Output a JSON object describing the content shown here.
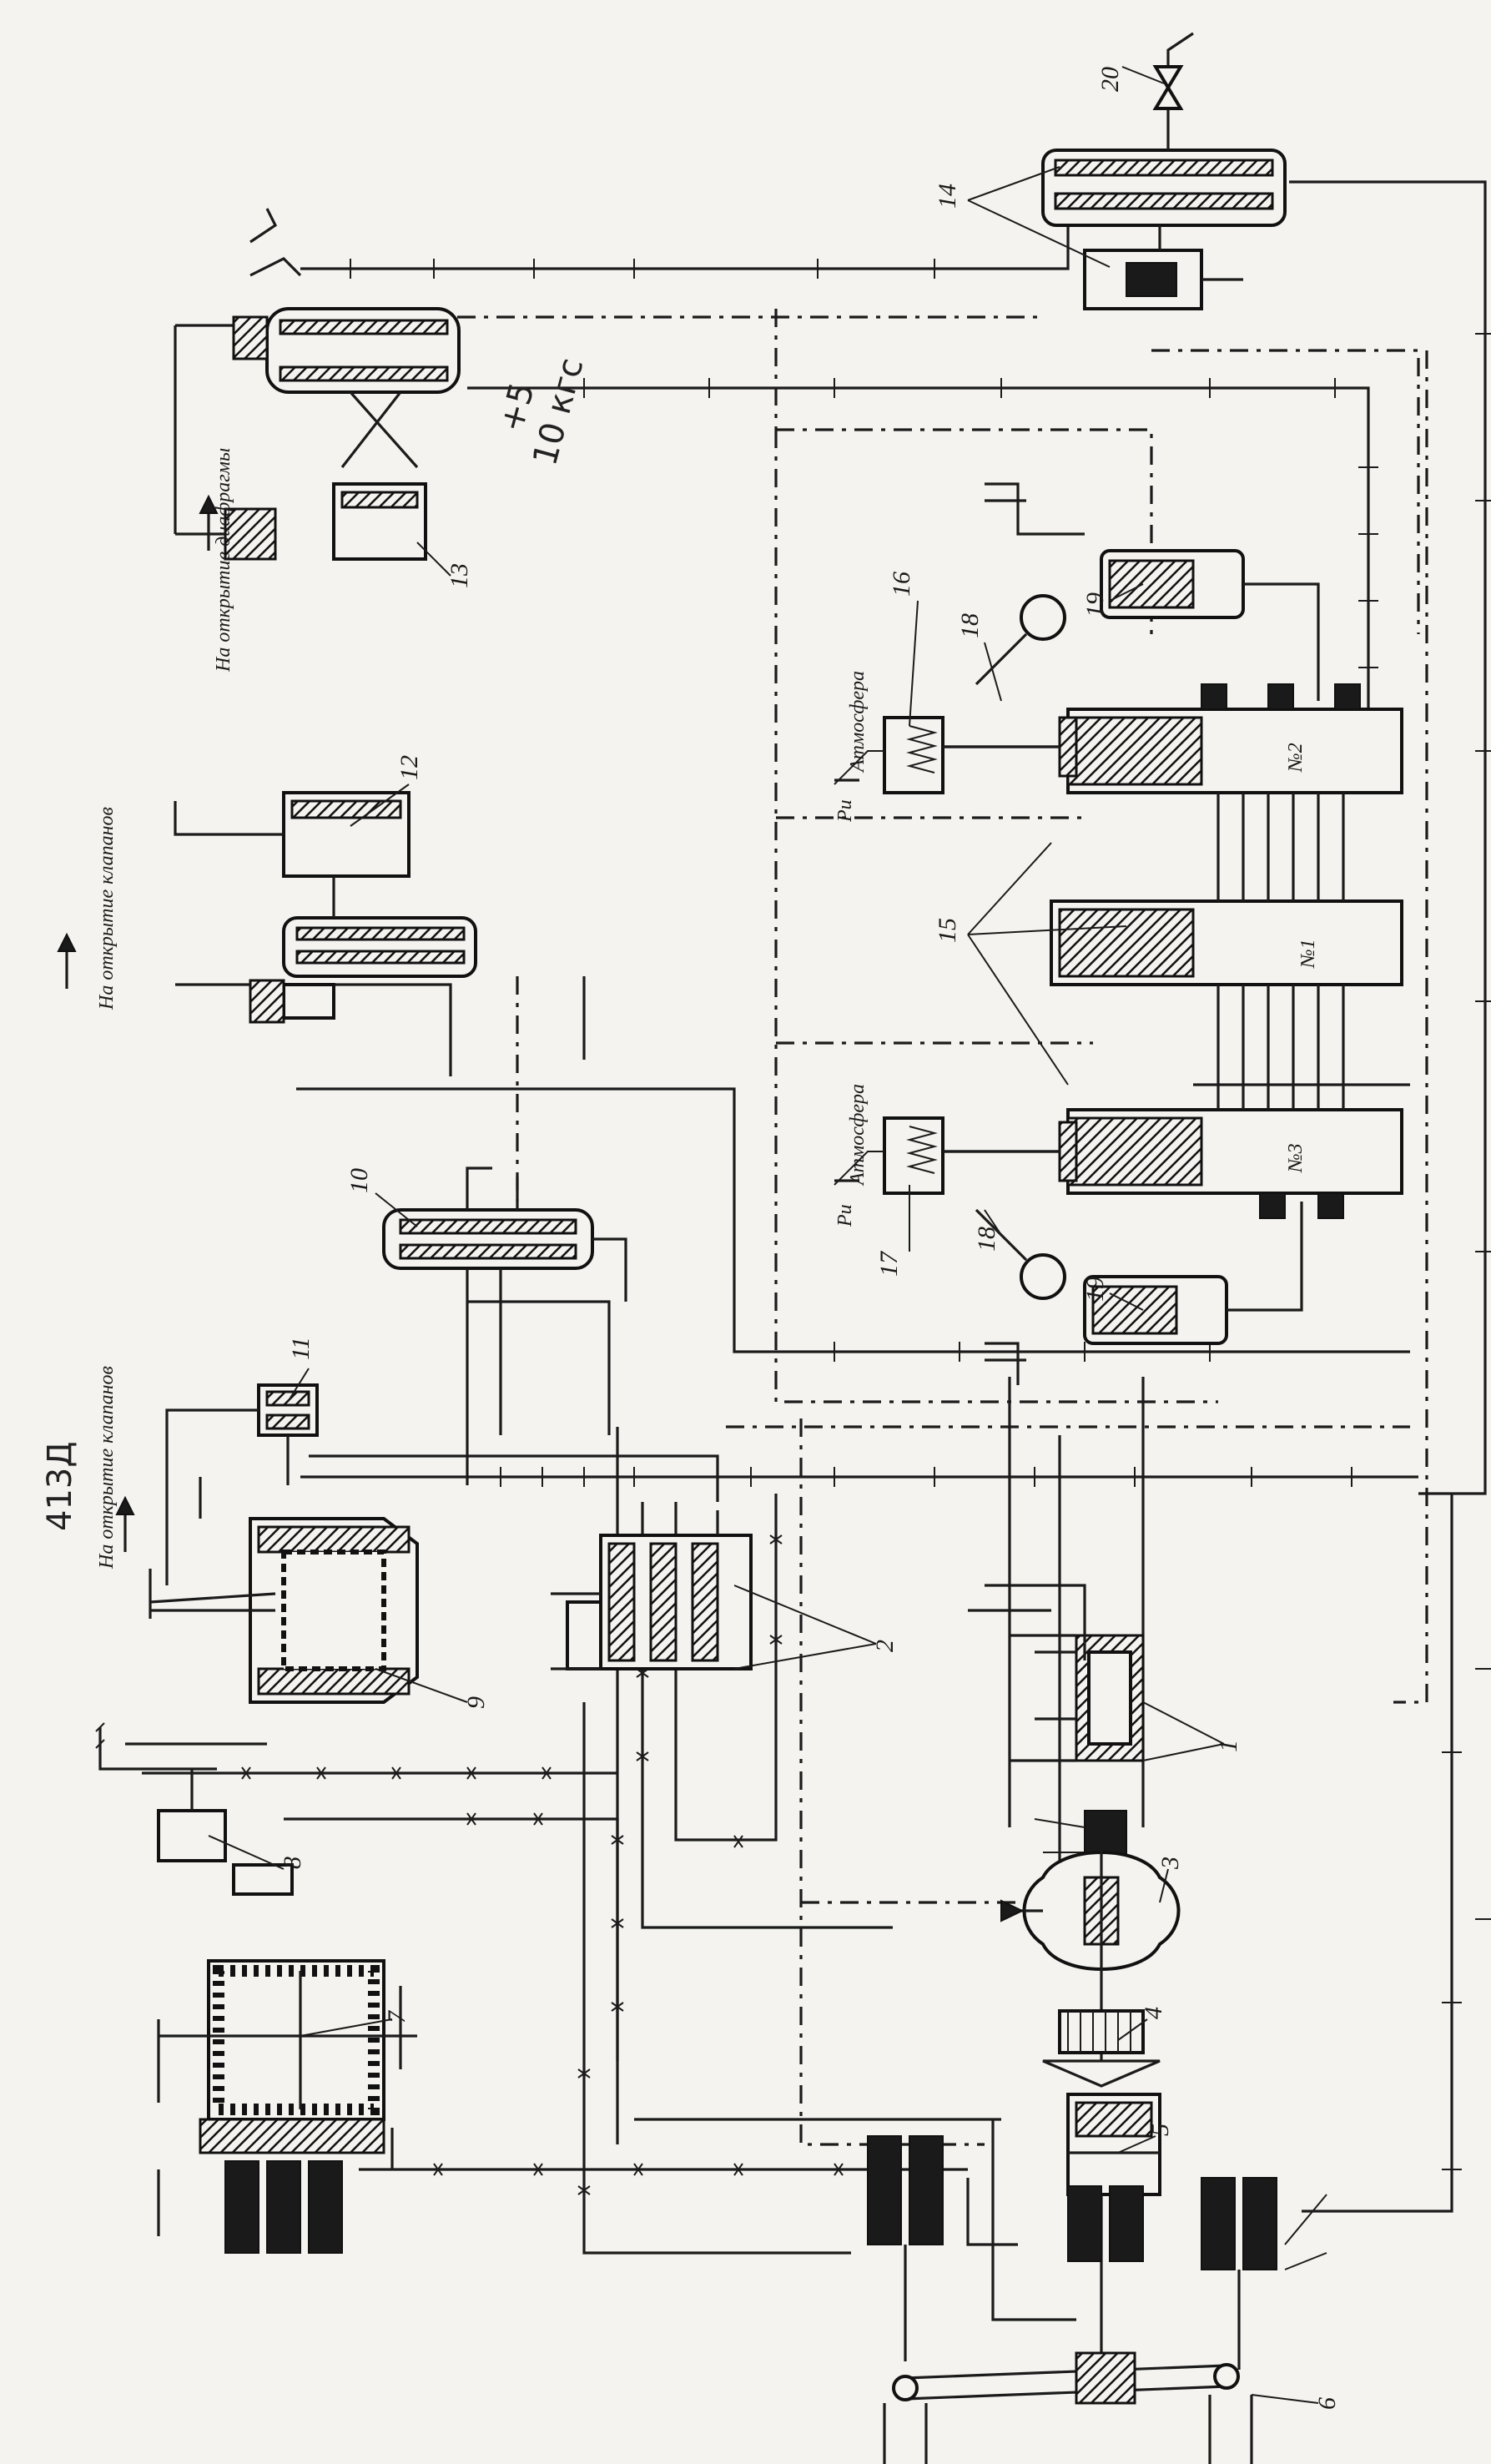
{
  "labels": {
    "n1": "1",
    "n2": "2",
    "n3": "3",
    "n4": "4",
    "n5": "5",
    "n6": "6",
    "n7": "7",
    "n8": "8",
    "n9": "9",
    "n10": "10",
    "n11": "11",
    "n12": "12",
    "n13": "13",
    "n14": "14",
    "n15": "15",
    "n16": "16",
    "n17": "17",
    "n18": "18",
    "n18b": "18",
    "n19": "19",
    "n19b": "19",
    "n20": "20"
  },
  "notes": {
    "open_valves_top": "На открытие клапанов",
    "open_valves_mid": "На открытие клапанов",
    "open_diaphragm": "На открытие диафрагмы",
    "atmosphere_top": "Атмосфера",
    "atmosphere_bottom": "Атмосфера",
    "pressure_top": "Ри",
    "pressure_bottom": "Ри"
  },
  "chamber_labels": {
    "c1": "№1",
    "c2": "№2",
    "c3": "№3"
  },
  "handwritten": {
    "sheet_no": "413Д",
    "pressure_note": "10 кгс",
    "pressure_note2": "+5"
  }
}
